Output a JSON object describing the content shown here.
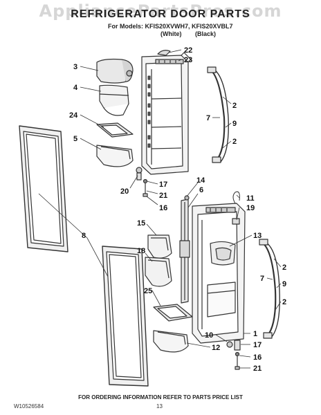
{
  "watermark": "AppliancePartsPros.com",
  "title": "REFRIGERATOR DOOR PARTS",
  "models_line": "For Models: KFIS20XVWH7, KFIS20XVBL7",
  "variant_white": "(White)",
  "variant_black": "(Black)",
  "footer_note": "FOR ORDERING INFORMATION REFER TO PARTS PRICE LIST",
  "doc_id": "W10526584",
  "page_number": "13",
  "callouts": [
    "22",
    "23",
    "3",
    "4",
    "2",
    "7",
    "9",
    "2",
    "24",
    "5",
    "8",
    "20",
    "17",
    "21",
    "16",
    "14",
    "6",
    "11",
    "19",
    "15",
    "13",
    "18",
    "7",
    "2",
    "9",
    "2",
    "25",
    "10",
    "17",
    "1",
    "12",
    "16",
    "21"
  ]
}
